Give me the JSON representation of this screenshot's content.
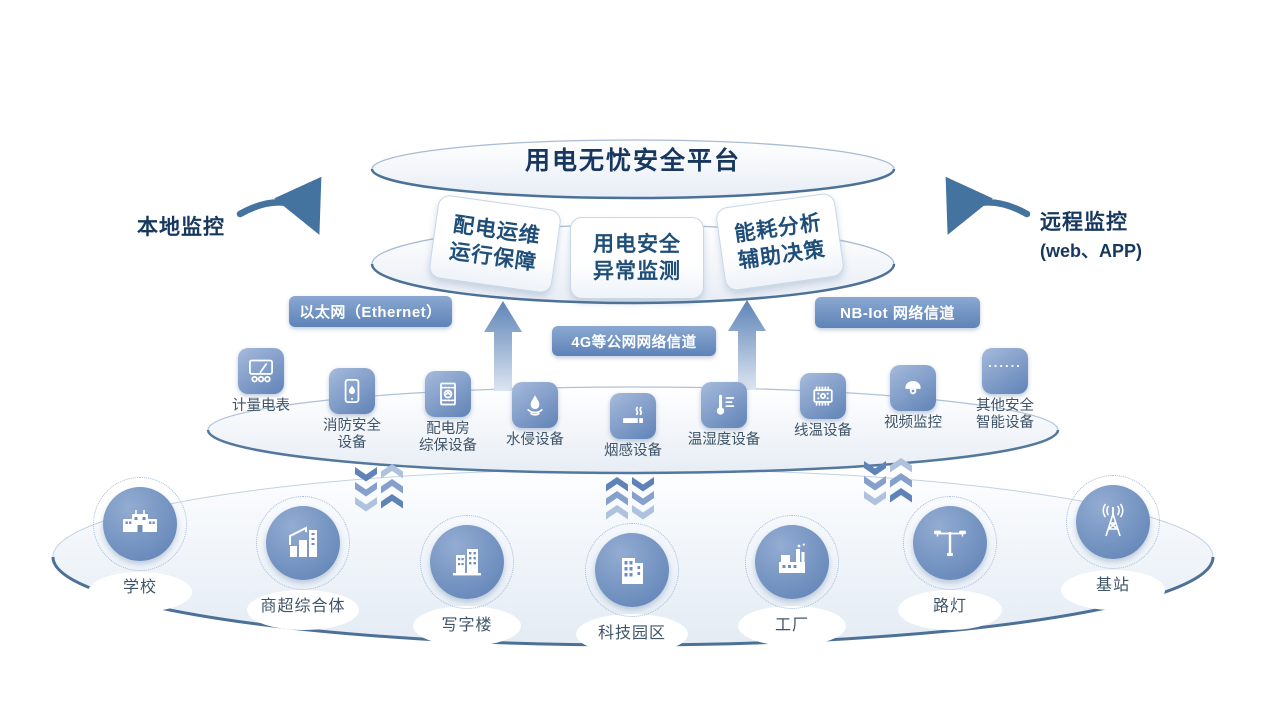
{
  "header": {
    "title": "用电无忧安全平台"
  },
  "monitoring": {
    "local": "本地监控",
    "remote": "远程监控",
    "remote_sub": "(web、APP)"
  },
  "modules": [
    {
      "line1": "配电运维",
      "line2": "运行保障"
    },
    {
      "line1": "用电安全",
      "line2": "异常监测"
    },
    {
      "line1": "能耗分析",
      "line2": "辅助决策"
    }
  ],
  "channels": {
    "ethernet": "以太网（Ethernet）",
    "g4": "4G等公网网络信道",
    "nbiot": "NB-Iot 网络信道"
  },
  "devices": [
    {
      "icon": "meter-icon",
      "line1": "计量电表",
      "line2": ""
    },
    {
      "icon": "fire-safety-icon",
      "line1": "消防安全",
      "line2": "设备"
    },
    {
      "icon": "distribution-cabinet-icon",
      "line1": "配电房",
      "line2": "综保设备"
    },
    {
      "icon": "water-intrusion-icon",
      "line1": "水侵设备",
      "line2": ""
    },
    {
      "icon": "smoke-sensor-icon",
      "line1": "烟感设备",
      "line2": ""
    },
    {
      "icon": "temp-humidity-icon",
      "line1": "温湿度设备",
      "line2": ""
    },
    {
      "icon": "wire-temperature-icon",
      "line1": "线温设备",
      "line2": ""
    },
    {
      "icon": "video-camera-icon",
      "line1": "视频监控",
      "line2": ""
    },
    {
      "icon": "more-devices-icon",
      "icon_text": "......",
      "line1": "其他安全",
      "line2": "智能设备"
    }
  ],
  "sites": [
    {
      "icon": "school-icon",
      "label": "学校"
    },
    {
      "icon": "mall-icon",
      "label": "商超综合体"
    },
    {
      "icon": "office-building-icon",
      "label": "写字楼"
    },
    {
      "icon": "tech-park-icon",
      "label": "科技园区"
    },
    {
      "icon": "factory-icon",
      "label": "工厂"
    },
    {
      "icon": "street-light-icon",
      "label": "路灯"
    },
    {
      "icon": "base-station-icon",
      "label": "基站"
    }
  ],
  "colors": {
    "navy_text": "#17375E",
    "label_text": "#3F5468",
    "channel_fill": "#6488BA",
    "icon_fill": "#6E8FC0",
    "platter_edge": "#4C7096"
  }
}
